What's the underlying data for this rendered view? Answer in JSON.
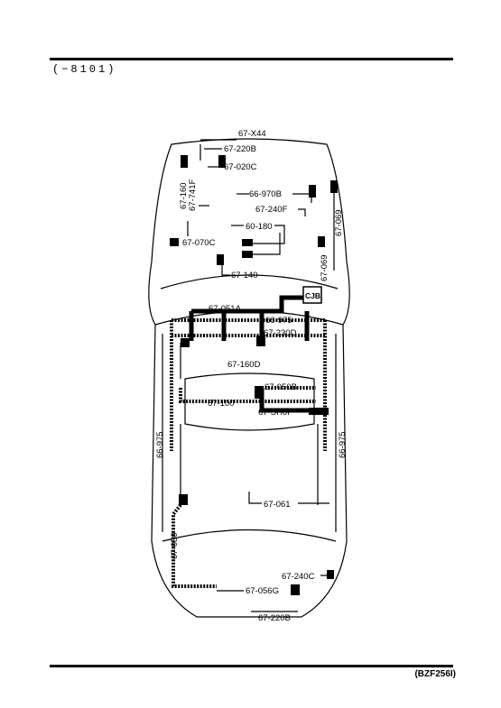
{
  "header": {
    "code": "(−8101)"
  },
  "footer": {
    "code": "(BZF256I)"
  },
  "connectors": {
    "c1": "67-X44",
    "c2": "67-220B",
    "c3": "67-020C",
    "c4": "67-160",
    "c5": "67-741F",
    "c6": "66-970B",
    "c7": "67-240F",
    "c8": "60-180",
    "c9": "67-069",
    "c10": "67-069",
    "c11": "67-070C",
    "c12": "67-140",
    "c13": "CJB",
    "c14": "67-051A",
    "c15": "66-975",
    "c16": "67-230D",
    "c17": "67-160D",
    "c18": "67-050B",
    "c19": "67-100",
    "c20": "67-SH0F",
    "c21": "66-975",
    "c22": "66-975",
    "c23": "67-061",
    "c24": "67-050",
    "c25": "67-240C",
    "c26": "67-056G",
    "c27": "67-220B"
  }
}
